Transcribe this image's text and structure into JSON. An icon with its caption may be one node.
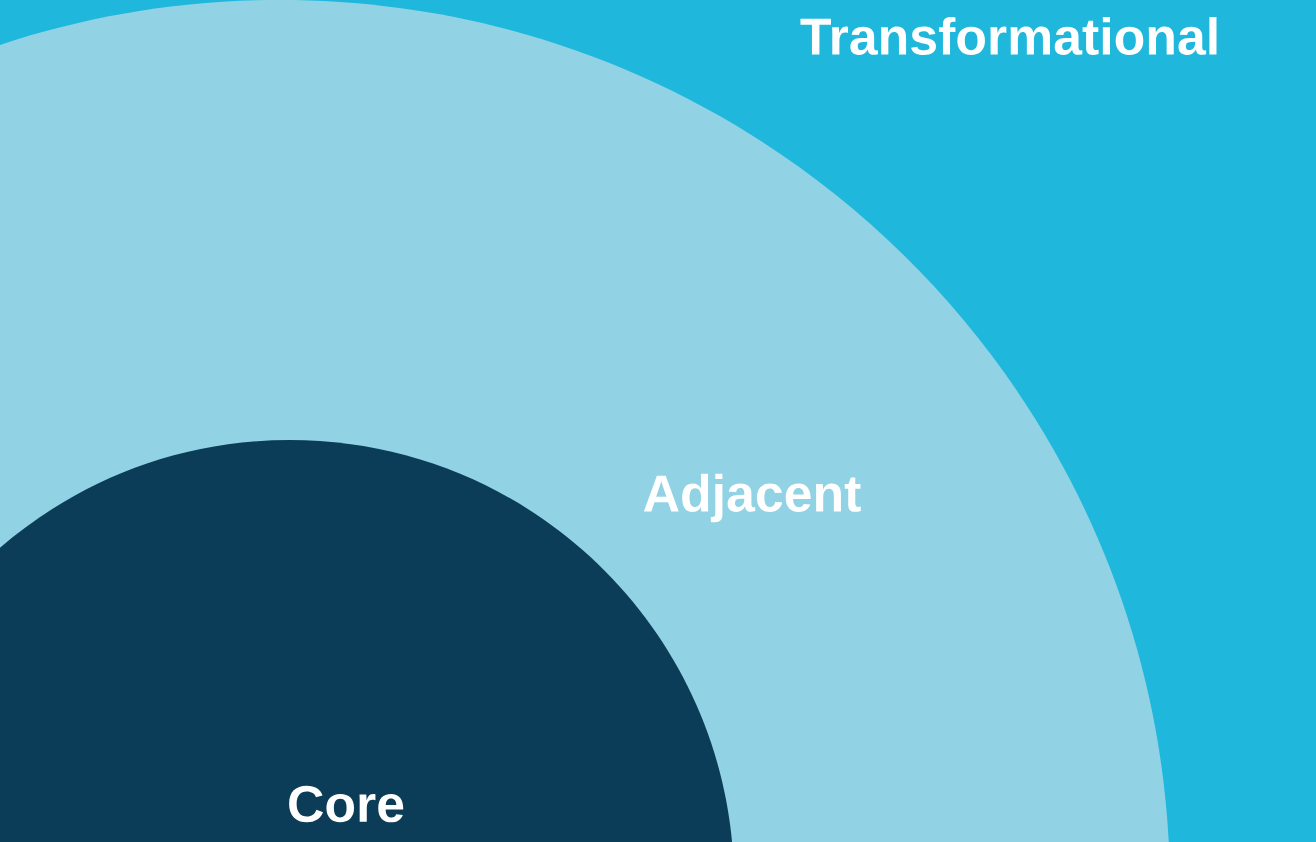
{
  "diagram": {
    "nodes": [
      {
        "text": [
          "Transformational"
        ]
      },
      {
        "text": [
          "Adjacent"
        ]
      },
      {
        "text": [
          "Core"
        ],
        "in": 1
      }
    ]
  }
}
